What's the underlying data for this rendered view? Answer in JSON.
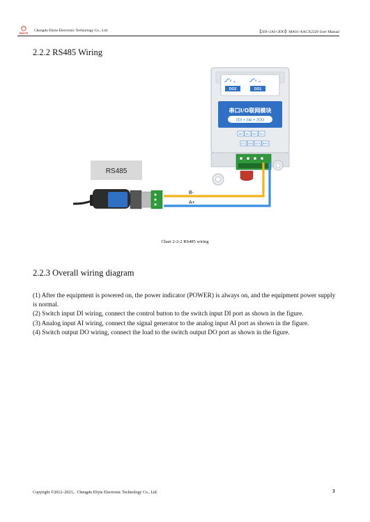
{
  "header": {
    "company": "Chengdu Ebyte Electronic Technology Co., Ltd.",
    "manual_title": "【2DI+2AI+2DO】MA01-AACX2220 User Manual",
    "logo_text": "EBYTE"
  },
  "section_rs485": {
    "heading": "2.2.2 RS485 Wiring"
  },
  "figure": {
    "rs485_label": "RS485",
    "wire_b_label": "B-",
    "wire_a_label": "A+",
    "relay_labels": [
      "DO2",
      "DO1"
    ],
    "module_title": "串口I/O联网模块",
    "module_subtitle": "2DI + 2AI + 2DO",
    "port_labels_top": [
      "AI2",
      "AI1",
      "DI2",
      "DI1"
    ],
    "port_labels_bottom": [
      "VCC",
      "GND",
      "A/TX",
      "B/RX"
    ],
    "colors": {
      "wire_b": "#f2b21a",
      "wire_a": "#3a8ee0",
      "module_blue": "#2f6fc4",
      "terminal_green": "#2e9a3a"
    }
  },
  "caption": "Chart 2-2-2 RS485 wiring",
  "section_overall": {
    "heading": "2.2.3 Overall wiring diagram",
    "paragraphs": [
      "(1) After the equipment is powered on, the power indicator (POWER) is always on, and the equipment power supply is normal.",
      "(2) Switch input DI wiring, connect the control button to the switch input DI port as shown in the figure.",
      "(3) Analog input AI wiring, connect the signal generator to the analog input AI port as shown in the figure.",
      "(4) Switch output DO wiring, connect the load to the switch output DO port as shown in the figure."
    ]
  },
  "footer": {
    "copyright": "Copyright ©2012–2023，Chengdu Ebyte Electronic Technology Co., Ltd.",
    "page_number": "3"
  }
}
